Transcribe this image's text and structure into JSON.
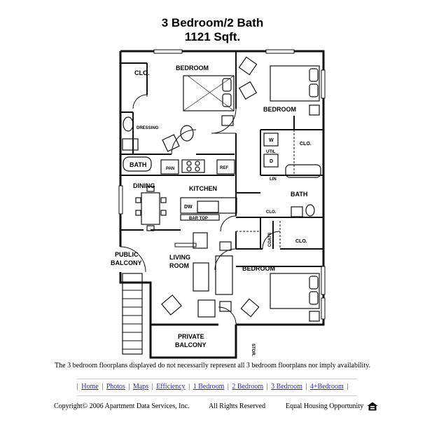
{
  "header": {
    "title": "3 Bedroom/2 Bath",
    "size": "1121 Sqft."
  },
  "floorplan": {
    "labels": {
      "clo_1": "CLO.",
      "bedroom_1": "BEDROOM",
      "bedroom_2": "BEDROOM",
      "dressing": "DRESSING",
      "clo_2": "CLO.",
      "washer": "W",
      "util": "UTIL",
      "dryer": "D",
      "bath_1": "BATH",
      "pan": "PAN",
      "ref": "REF",
      "lin": "LIN",
      "dining": "DINING",
      "kitchen": "KITCHEN",
      "bath_2": "BATH",
      "dw": "DW",
      "bar_top": "BAR TOP",
      "clo_3": "CLO.",
      "coats": "COATS",
      "clo_4": "CLO.",
      "public_balcony_1": "PUBLIC",
      "public_balcony_2": "BALCONY",
      "living_room_1": "LIVING",
      "living_room_2": "ROOM",
      "bedroom_3": "BEDROOM",
      "private_balcony_1": "PRIVATE",
      "private_balcony_2": "BALCONY",
      "stor": "STOR."
    }
  },
  "disclaimer": "The 3 bedroom floorplans displayed do not necessarily represent all 3 bedroom floorplans nor imply availability.",
  "nav": {
    "items": [
      "Home",
      "Photos",
      "Maps",
      "Efficiency",
      "1 Bedroom",
      "2 Bedroom",
      "3 Bedroom",
      "4+Bedroom"
    ]
  },
  "footer": {
    "copyright": "Copyright© 2006 Apartment Data Services, Inc.",
    "rights": "All Rights Reserved",
    "equal_housing": "Equal Housing Opportunity"
  },
  "colors": {
    "nav_link": "#2a2aaa",
    "divider": "#cfcfcf"
  }
}
